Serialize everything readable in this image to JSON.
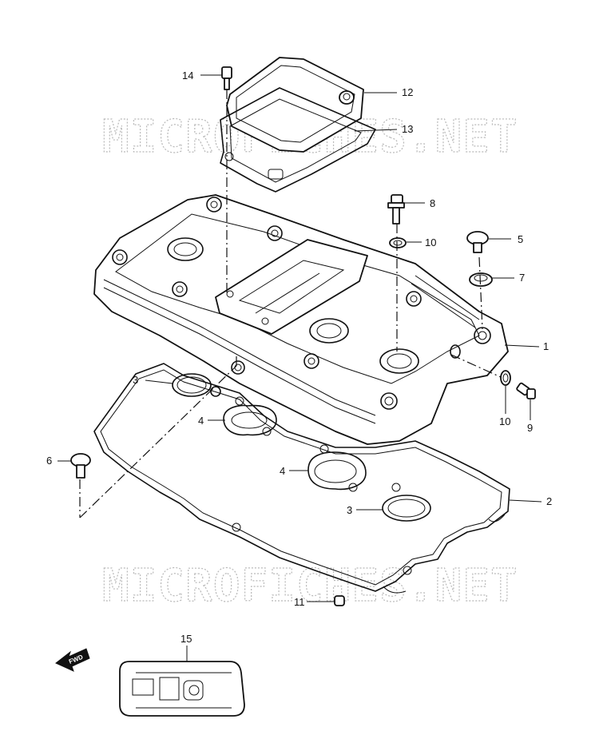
{
  "watermark": "MICROFICHES.NET",
  "direction_arrow": "FWD",
  "callouts": [
    {
      "id": "14",
      "label": "14"
    },
    {
      "id": "12",
      "label": "12"
    },
    {
      "id": "13",
      "label": "13"
    },
    {
      "id": "8",
      "label": "8"
    },
    {
      "id": "10a",
      "label": "10"
    },
    {
      "id": "5",
      "label": "5"
    },
    {
      "id": "7",
      "label": "7"
    },
    {
      "id": "1",
      "label": "1"
    },
    {
      "id": "10b",
      "label": "10"
    },
    {
      "id": "9",
      "label": "9"
    },
    {
      "id": "3a",
      "label": "3"
    },
    {
      "id": "4a",
      "label": "4"
    },
    {
      "id": "6",
      "label": "6"
    },
    {
      "id": "4b",
      "label": "4"
    },
    {
      "id": "3b",
      "label": "3"
    },
    {
      "id": "2",
      "label": "2"
    },
    {
      "id": "11",
      "label": "11"
    },
    {
      "id": "15",
      "label": "15"
    }
  ]
}
